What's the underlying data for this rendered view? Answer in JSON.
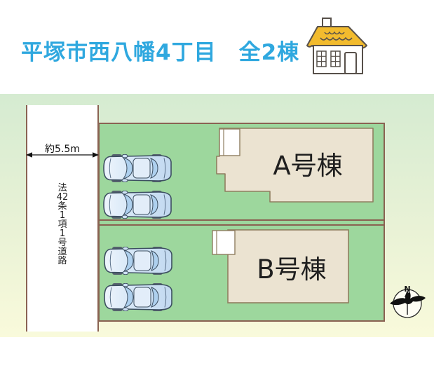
{
  "header": {
    "title": "平塚市西八幡4丁目　全2棟"
  },
  "icons": {
    "house": "house-icon",
    "compass": "compass-north-icon",
    "car": "car-top-view-icon",
    "dimension_arrow": "double-arrow-icon"
  },
  "site_plan": {
    "road": {
      "width_label": "約5.5m",
      "name": "法42条1項1号道路",
      "name_chars": [
        "法",
        "42",
        "条",
        "1",
        "項",
        "1",
        "号",
        "道",
        "路"
      ]
    },
    "plots": [
      {
        "id": "A",
        "building_label": "A号棟",
        "parking_spaces_visible": 2
      },
      {
        "id": "B",
        "building_label": "B号棟",
        "parking_spaces_visible": 2
      }
    ],
    "compass": {
      "north_label": "N"
    },
    "colors": {
      "title_blue": "#2fa8df",
      "plot_green": "#9dd79d",
      "boundary_brown": "#8a6252",
      "building_beige": "#ebe3d1",
      "building_outline": "#8f7e60",
      "roof_yellow": "#f2bb2e",
      "car_blue": "#cfe2f5"
    }
  }
}
